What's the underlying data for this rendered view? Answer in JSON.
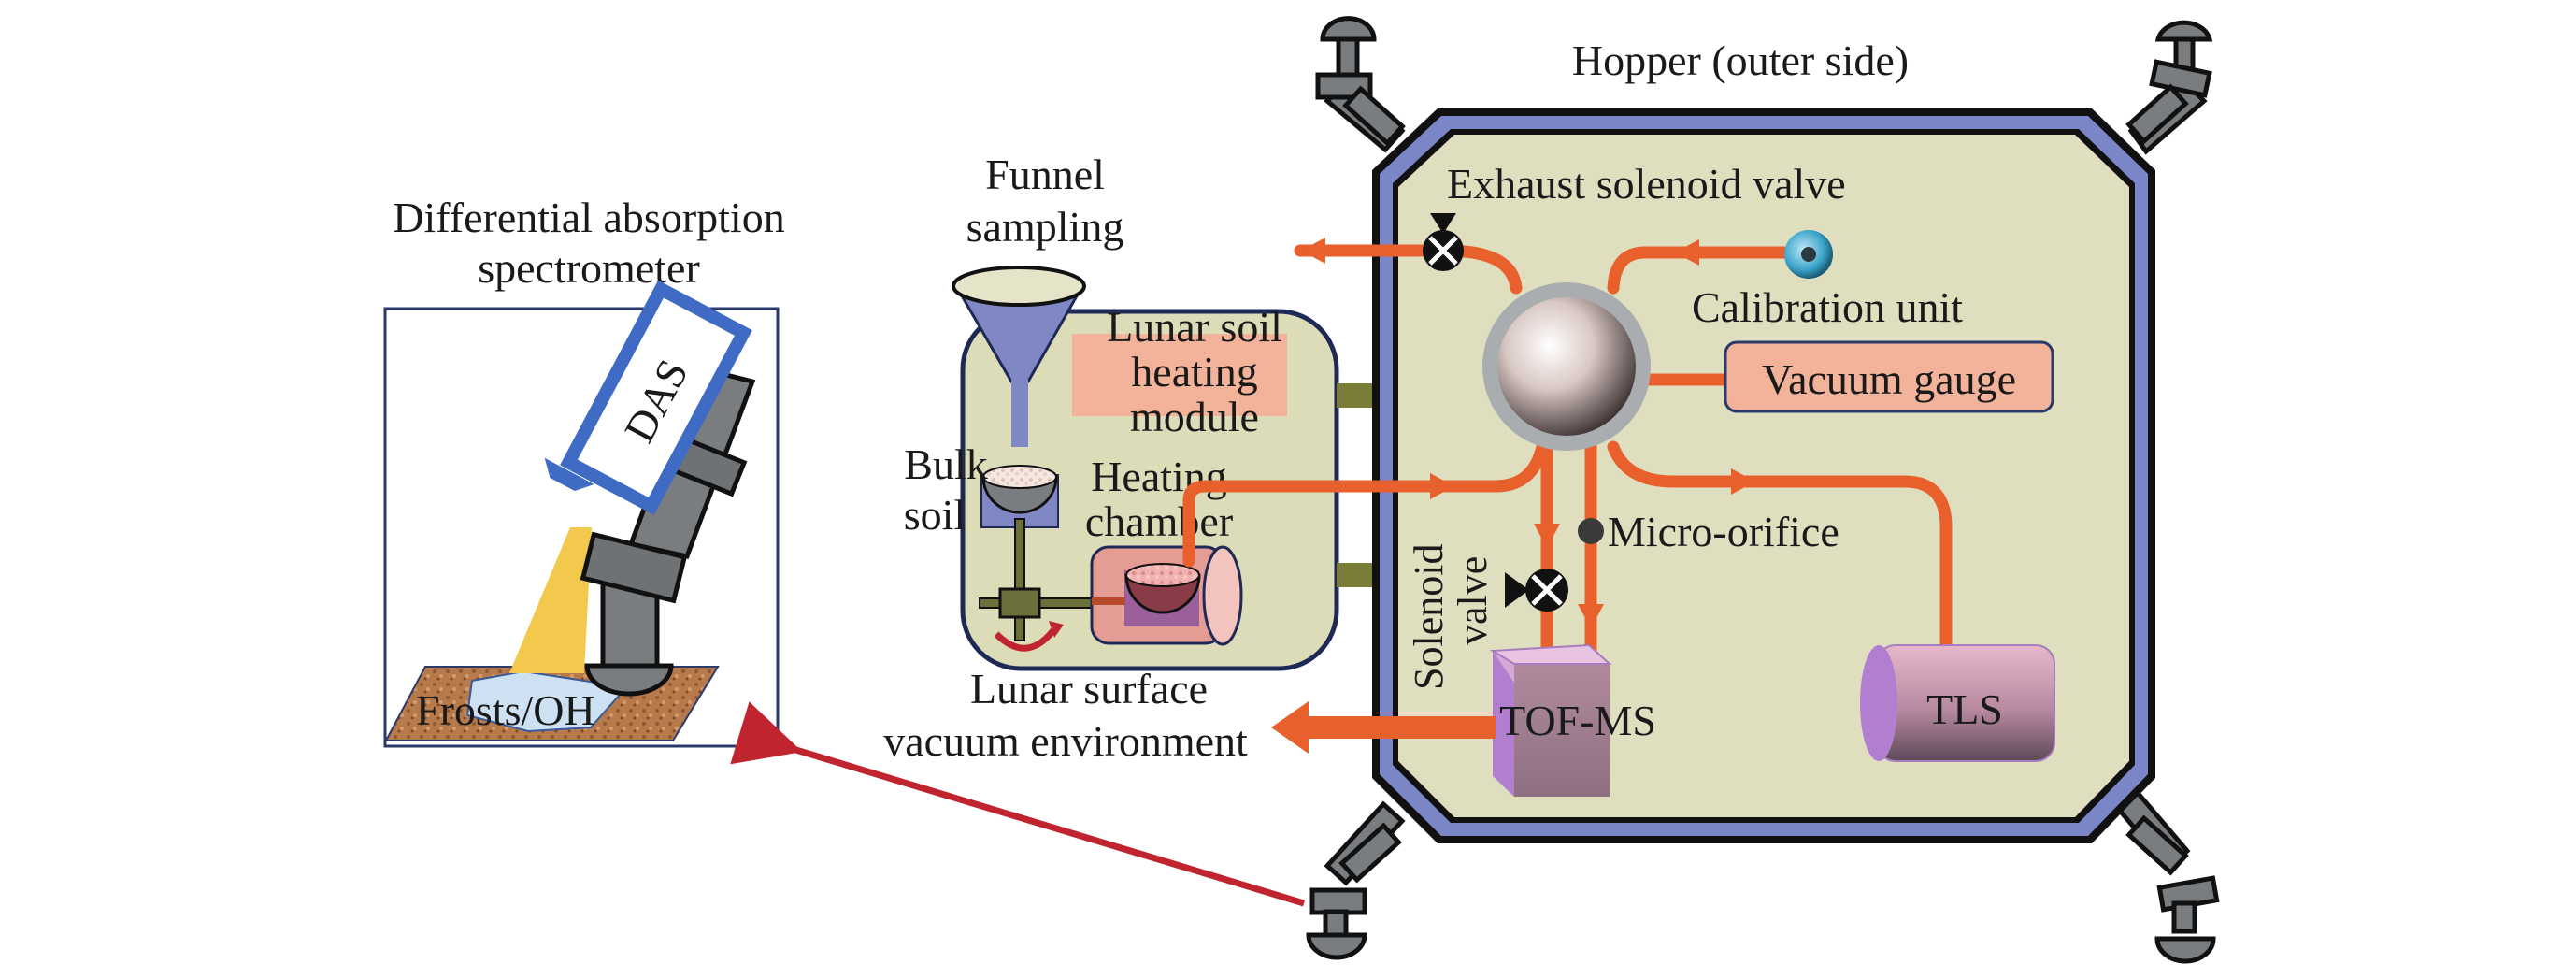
{
  "figure": {
    "das_panel": {
      "title_line1": "Differential absorption",
      "title_line2": "spectrometer",
      "instrument_label": "DAS",
      "surface_label": "Frosts/OH"
    },
    "heating_module": {
      "funnel_line1": "Funnel",
      "funnel_line2": "sampling",
      "module_line1": "Lunar soil",
      "module_line2": "heating",
      "module_line3": "module",
      "bulk_line1": "Bulk",
      "bulk_line2": "soil",
      "chamber_line1": "Heating",
      "chamber_line2": "chamber"
    },
    "vacuum_env": {
      "line1": "Lunar surface",
      "line2": "vacuum environment"
    },
    "hopper": {
      "title": "Hopper (outer side)",
      "exhaust_valve": "Exhaust solenoid valve",
      "calibration_unit": "Calibration unit",
      "vacuum_gauge": "Vacuum gauge",
      "solenoid_line1": "Solenoid",
      "solenoid_line2": "valve",
      "micro_orifice": "Micro-orifice",
      "tof_ms": "TOF-MS",
      "tls": "TLS"
    },
    "colors": {
      "pipe": "#e8602c",
      "hopper_fill": "#dfdfbf",
      "hopper_wall": "#7b86c8",
      "das_blue": "#3f6bc4",
      "highlight_box": "#f2b39a",
      "connector_arrow": "#c0252f"
    }
  }
}
